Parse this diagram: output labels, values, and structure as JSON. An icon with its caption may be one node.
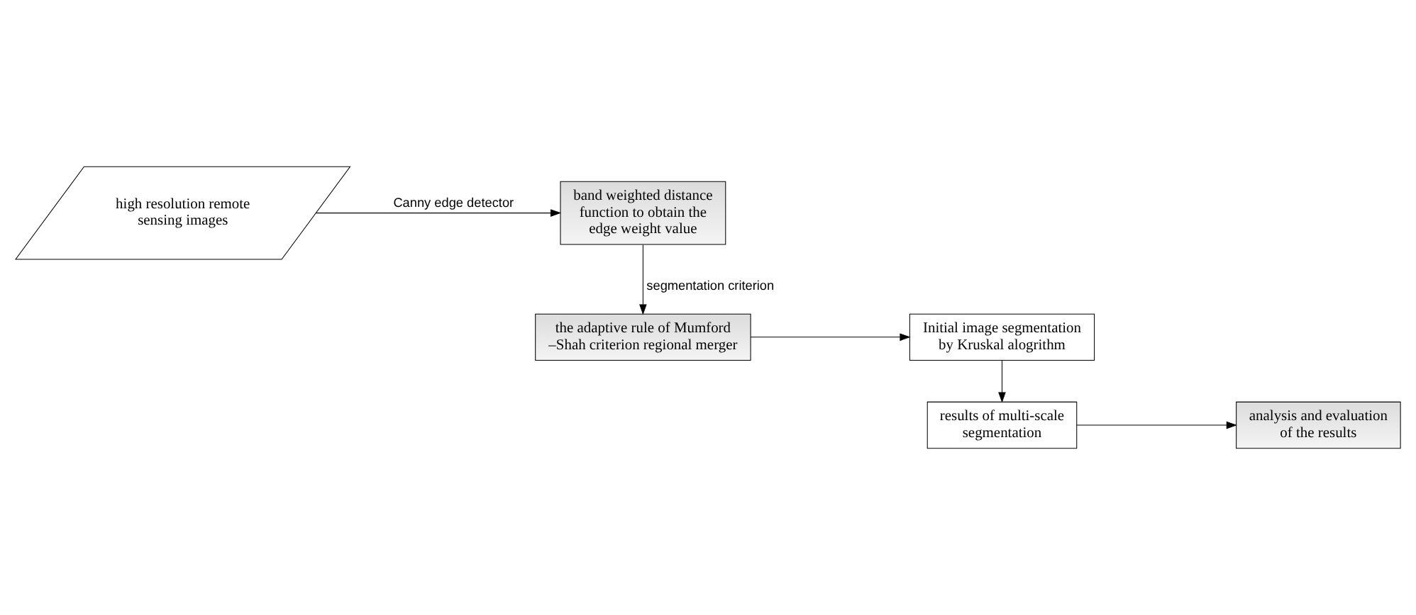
{
  "diagram": {
    "nodes": [
      {
        "text": [
          "high resolution remote sensing images"
        ]
      },
      {
        "text": [
          "band weighted distance function to obtain the edge weight value"
        ]
      },
      {
        "text": [
          "the adaptive rule of Mumford –Shah criterion regional merger"
        ]
      },
      {
        "text": [
          "Initial image segmentation by Kruskal alogrithm"
        ]
      },
      {
        "text": [
          "results of multi-scale segmentation"
        ]
      },
      {
        "text": [
          "analysis and evaluation of the results"
        ]
      }
    ],
    "edges": [
      {
        "from": 0,
        "to": 1,
        "arrow": "to",
        "label": "Canny edge detector"
      },
      {
        "from": 1,
        "to": 2,
        "arrow": "to",
        "label": "segmentation criterion"
      },
      {
        "from": 2,
        "to": 3,
        "arrow": "to"
      },
      {
        "from": 3,
        "to": 4,
        "arrow": "to"
      },
      {
        "from": 4,
        "to": 5,
        "arrow": "to"
      }
    ]
  }
}
